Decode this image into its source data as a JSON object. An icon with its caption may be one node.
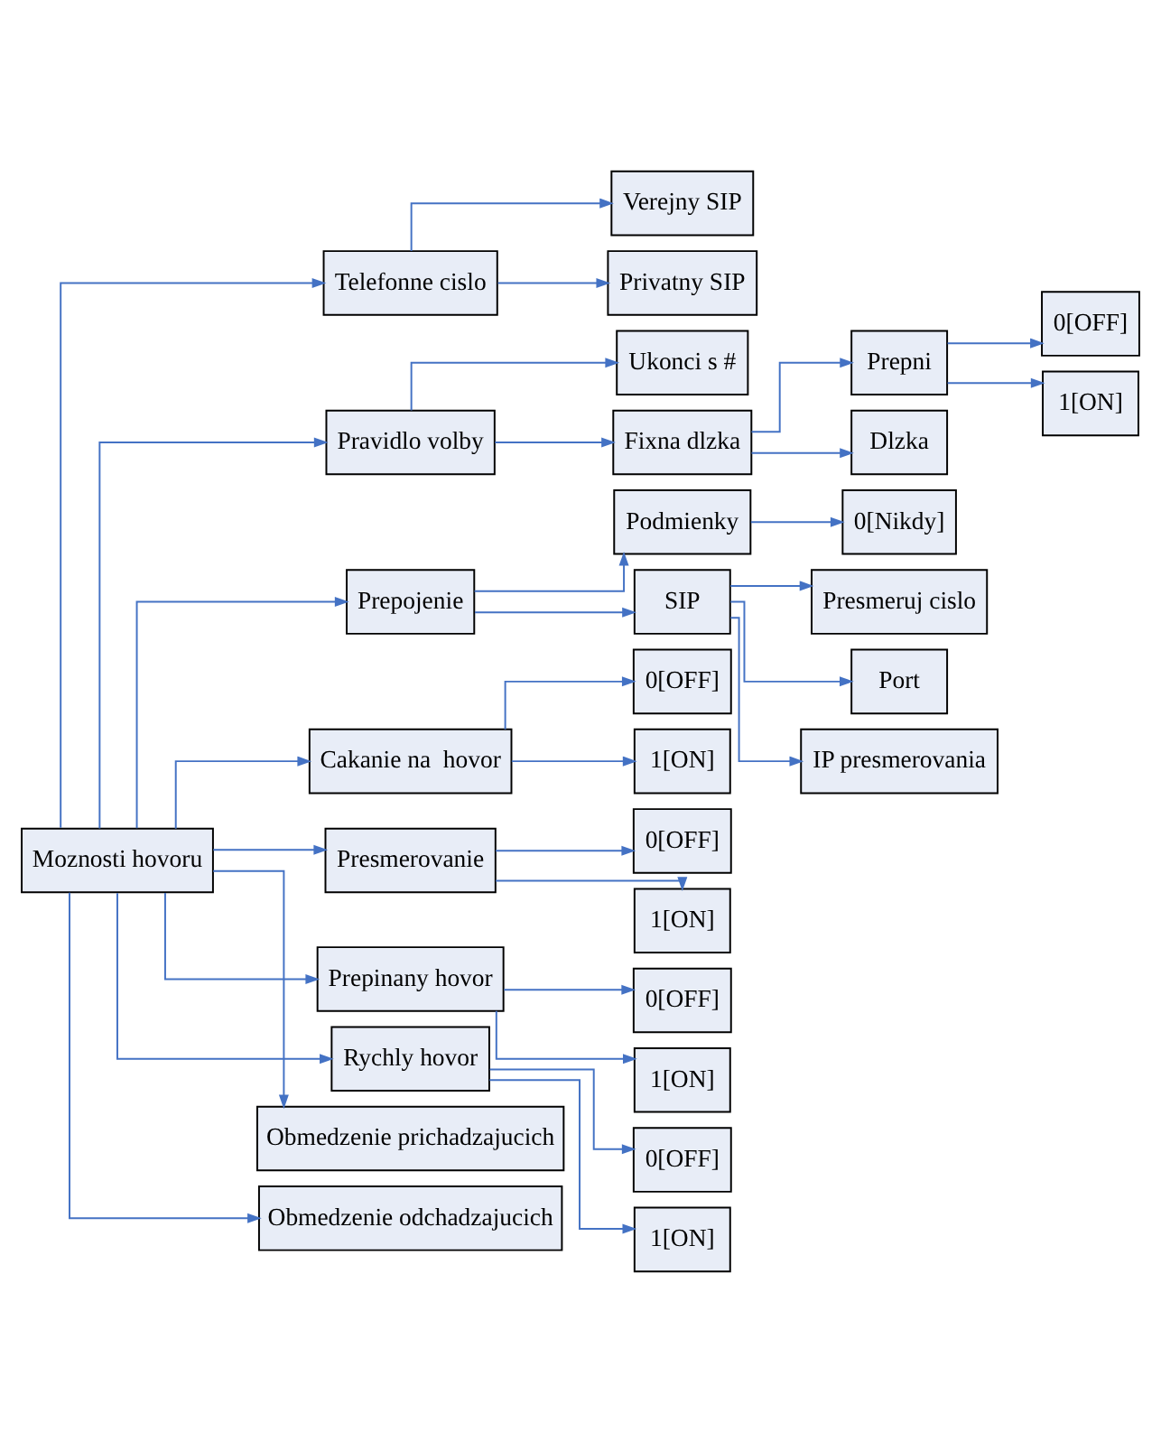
{
  "diagram": {
    "nodes": [
      {
        "text": [
          "Moznosti hovoru"
        ]
      },
      {
        "text": [
          "Telefonne cislo"
        ]
      },
      {
        "text": [
          "Verejny SIP"
        ]
      },
      {
        "text": [
          "Privatny SIP"
        ]
      },
      {
        "text": [
          "Pravidlo volby"
        ]
      },
      {
        "text": [
          "Ukonci s #"
        ]
      },
      {
        "text": [
          "Fixna dlzka"
        ]
      },
      {
        "text": [
          "Prepni"
        ]
      },
      {
        "text": [
          "0[OFF]"
        ]
      },
      {
        "text": [
          "1[ON]"
        ]
      },
      {
        "text": [
          "Dlzka"
        ]
      },
      {
        "text": [
          "Prepojenie"
        ]
      },
      {
        "text": [
          "Podmienky"
        ]
      },
      {
        "text": [
          "0[Nikdy]"
        ]
      },
      {
        "text": [
          "SIP"
        ]
      },
      {
        "text": [
          "Presmeruj cislo"
        ]
      },
      {
        "text": [
          "Port"
        ]
      },
      {
        "text": [
          "IP presmerovania"
        ]
      },
      {
        "text": [
          "Cakanie na  hovor"
        ]
      },
      {
        "text": [
          "0[OFF]"
        ]
      },
      {
        "text": [
          "1[ON]"
        ]
      },
      {
        "text": [
          "Presmerovanie"
        ]
      },
      {
        "text": [
          "0[OFF]"
        ]
      },
      {
        "text": [
          "1[ON]"
        ]
      },
      {
        "text": [
          "Prepinany hovor"
        ]
      },
      {
        "text": [
          "0[OFF]"
        ]
      },
      {
        "text": [
          "1[ON]"
        ]
      },
      {
        "text": [
          "Rychly hovor"
        ]
      },
      {
        "text": [
          "0[OFF]"
        ]
      },
      {
        "text": [
          "1[ON]"
        ]
      },
      {
        "text": [
          "Obmedzenie prichadzajucich"
        ]
      },
      {
        "text": [
          "Obmedzenie odchadzajucich"
        ]
      }
    ],
    "edges": [
      {
        "from": 0,
        "to": 1,
        "arrow": "to"
      },
      {
        "from": 1,
        "to": 2,
        "arrow": "to"
      },
      {
        "from": 1,
        "to": 3,
        "arrow": "to"
      },
      {
        "from": 0,
        "to": 4,
        "arrow": "to"
      },
      {
        "from": 4,
        "to": 5,
        "arrow": "to"
      },
      {
        "from": 4,
        "to": 6,
        "arrow": "to"
      },
      {
        "from": 6,
        "to": 7,
        "arrow": "to"
      },
      {
        "from": 7,
        "to": 8,
        "arrow": "to"
      },
      {
        "from": 7,
        "to": 9,
        "arrow": "to"
      },
      {
        "from": 6,
        "to": 10,
        "arrow": "to"
      },
      {
        "from": 0,
        "to": 11,
        "arrow": "to"
      },
      {
        "from": 11,
        "to": 12,
        "arrow": "to"
      },
      {
        "from": 12,
        "to": 13,
        "arrow": "to"
      },
      {
        "from": 11,
        "to": 14,
        "arrow": "to"
      },
      {
        "from": 14,
        "to": 15,
        "arrow": "to"
      },
      {
        "from": 14,
        "to": 16,
        "arrow": "to"
      },
      {
        "from": 14,
        "to": 17,
        "arrow": "to"
      },
      {
        "from": 0,
        "to": 18,
        "arrow": "to"
      },
      {
        "from": 18,
        "to": 19,
        "arrow": "to"
      },
      {
        "from": 18,
        "to": 20,
        "arrow": "to"
      },
      {
        "from": 0,
        "to": 21,
        "arrow": "to"
      },
      {
        "from": 21,
        "to": 22,
        "arrow": "to"
      },
      {
        "from": 21,
        "to": 23,
        "arrow": "to"
      },
      {
        "from": 0,
        "to": 24,
        "arrow": "to"
      },
      {
        "from": 24,
        "to": 25,
        "arrow": "to"
      },
      {
        "from": 24,
        "to": 26,
        "arrow": "to"
      },
      {
        "from": 0,
        "to": 27,
        "arrow": "to"
      },
      {
        "from": 27,
        "to": 28,
        "arrow": "to"
      },
      {
        "from": 27,
        "to": 29,
        "arrow": "to"
      },
      {
        "from": 0,
        "to": 30,
        "arrow": "to"
      },
      {
        "from": 0,
        "to": 31,
        "arrow": "to"
      }
    ]
  }
}
